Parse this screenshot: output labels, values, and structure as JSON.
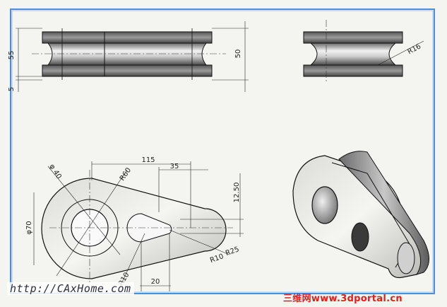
{
  "drawing": {
    "front_view": {
      "dims": {
        "height_outer": "55",
        "flange": "5",
        "height_inner": "50"
      }
    },
    "side_view": {
      "dims": {
        "radius": "R16"
      }
    },
    "top_view": {
      "dims": {
        "diameter_40": "φ 40",
        "radius_60": "R60",
        "length_115": "115",
        "length_35": "35",
        "diameter_70": "φ70",
        "height_12_50": "12.50",
        "radius_25": "R25",
        "radius_10_right": "R10",
        "radius_10_bottom": "R10",
        "length_20": "20"
      }
    }
  },
  "watermarks": {
    "left": "http://CAxHome.com",
    "right": "三维网www.3dportal.cn"
  },
  "colors": {
    "background": "#f4f4f0",
    "frame": "#4a8fd8",
    "line": "#111111",
    "shade_dark": "#5a5a5a",
    "shade_light": "#e8e8e8",
    "watermark_red": "#e31c1c"
  }
}
